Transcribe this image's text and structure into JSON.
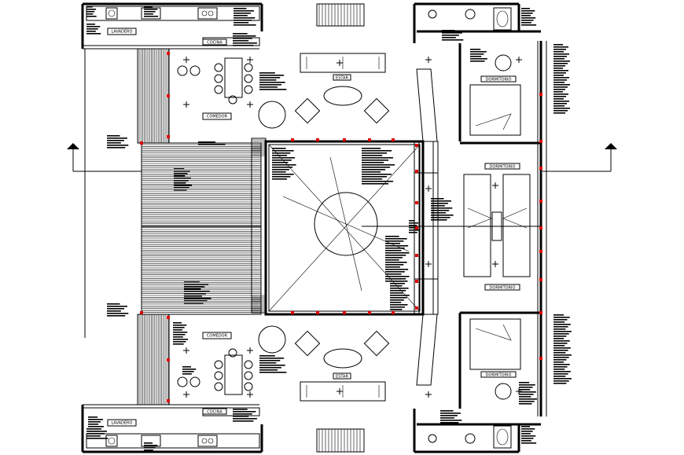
{
  "plan": {
    "labels": {
      "lavadero_top": "LAVADERO",
      "cocina_top": "COCINA",
      "comedor_top": "COMEDOR",
      "estar_top": "ESTAR",
      "dormitorio_1": "DORMITORIO",
      "dormitorio_2": "DORMITORIO",
      "dormitorio_3": "DORMITORIO",
      "dormitorio_4": "DORMITORIO",
      "comedor_bottom": "COMEDOR",
      "estar_bottom": "ESTAR",
      "cocina_bottom": "COCINA",
      "lavadero_bottom": "LAVADERO"
    },
    "colors": {
      "ink": "#000000",
      "markers": "#e00000",
      "background": "#ffffff"
    }
  }
}
